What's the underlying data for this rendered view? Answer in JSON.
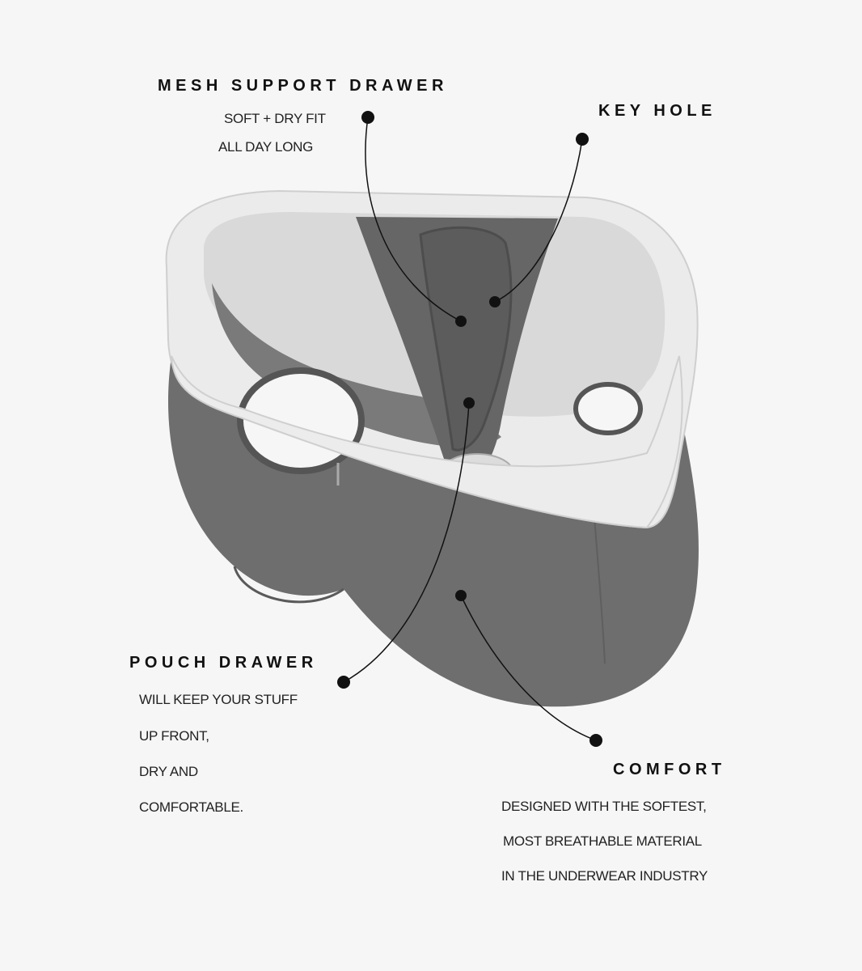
{
  "colors": {
    "background": "#f6f6f6",
    "fabric": "#6e6e6e",
    "fabric_dark": "#5a5a5a",
    "waistband": "#ebebeb",
    "waistband_inner": "#d6d6d6",
    "callout": "#111111"
  },
  "callouts": {
    "mesh": {
      "title": "MESH SUPPORT DRAWER",
      "lines": [
        "SOFT + DRY FIT",
        "ALL DAY LONG"
      ]
    },
    "keyhole": {
      "title": "KEY HOLE"
    },
    "pouch": {
      "title": "POUCH DRAWER",
      "lines": [
        "WILL KEEP YOUR STUFF",
        "UP FRONT,",
        "DRY AND",
        "COMFORTABLE."
      ]
    },
    "comfort": {
      "title": "COMFORT",
      "lines": [
        "DESIGNED WITH THE SOFTEST,",
        "MOST BREATHABLE MATERIAL",
        "IN THE UNDERWEAR INDUSTRY"
      ]
    }
  }
}
